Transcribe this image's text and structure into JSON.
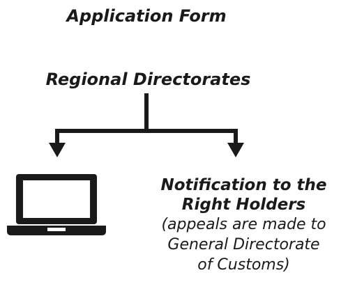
{
  "header": {
    "title": "Application Form",
    "subtitle": "Regional Directorates"
  },
  "branches": {
    "left_icon": "laptop-icon",
    "right_title_line1": "Notification to the",
    "right_title_line2": "Right Holders",
    "right_note_line1": "(appeals are made to",
    "right_note_line2": "General Directorate",
    "right_note_line3": "of Customs)"
  },
  "colors": {
    "ink": "#1a1a1a",
    "background": "#ffffff"
  }
}
